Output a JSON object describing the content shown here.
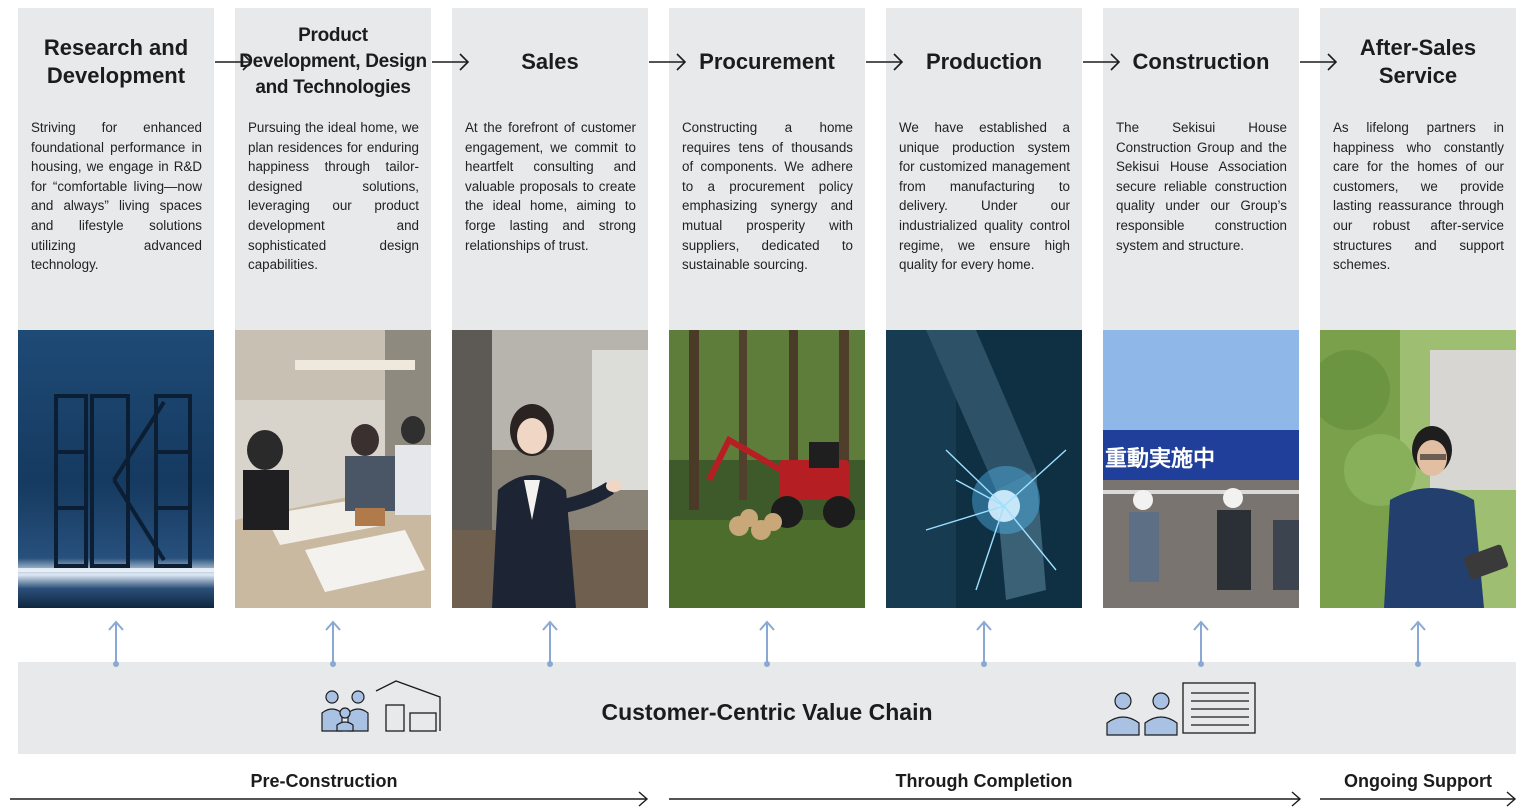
{
  "stages": [
    {
      "title": "Research and Development",
      "description": "Striving for enhanced foundational performance in housing, we engage in R&D for “comfortable living—now and always” living spaces and lifestyle solutions utilizing advanced technology.",
      "photo": "dark blue abstract structure photo"
    },
    {
      "title": "Product Development, Design and Technologies",
      "description": "Pursuing the ideal home, we plan residences for enduring happiness through tailor-designed solutions, leveraging our product development and sophisticated design capabilities.",
      "photo": "designers reviewing plans at a table"
    },
    {
      "title": "Sales",
      "description": "At the forefront of customer engagement, we commit to heartfelt consulting and valuable proposals to create the ideal home, aiming to forge lasting and strong relationships of trust.",
      "photo": "sales representative gesturing"
    },
    {
      "title": "Procurement",
      "description": "Constructing a home requires tens of thousands of components. We adhere to a procurement policy emphasizing synergy and mutual prosperity with suppliers, dedicated to sustainable sourcing.",
      "photo": "forestry machine in a forest"
    },
    {
      "title": "Production",
      "description": "We have established a unique production system for customized management from manufacturing to delivery. Under our industrialized quality control regime, we ensure high quality for every home.",
      "photo": "welding robot with sparks"
    },
    {
      "title": "Construction",
      "description": "The Sekisui House Construction Group and the Sekisui House Association secure reliable construction quality under our Group’s responsible construction system and structure.",
      "photo": "construction workers on site",
      "sign_text": "重動実施中"
    },
    {
      "title": "After-Sales Service",
      "description": "As lifelong partners in happiness who constantly care for the homes of our customers, we provide lasting reassurance through our robust after-service structures and support schemes.",
      "photo": "service staff holding a tablet"
    }
  ],
  "value_chain": {
    "title": "Customer-Centric Value Chain",
    "left_icon": "family-and-house-icon",
    "right_icon": "staff-and-document-icon"
  },
  "phases": [
    {
      "label": "Pre-Construction"
    },
    {
      "label": "Through Completion"
    },
    {
      "label": "Ongoing Support"
    }
  ],
  "colors": {
    "panel": "#e8e9eb",
    "up_arrow": "#8aa8d4",
    "icon_fill": "#a9c2e3",
    "text": "#1c1c1c"
  }
}
